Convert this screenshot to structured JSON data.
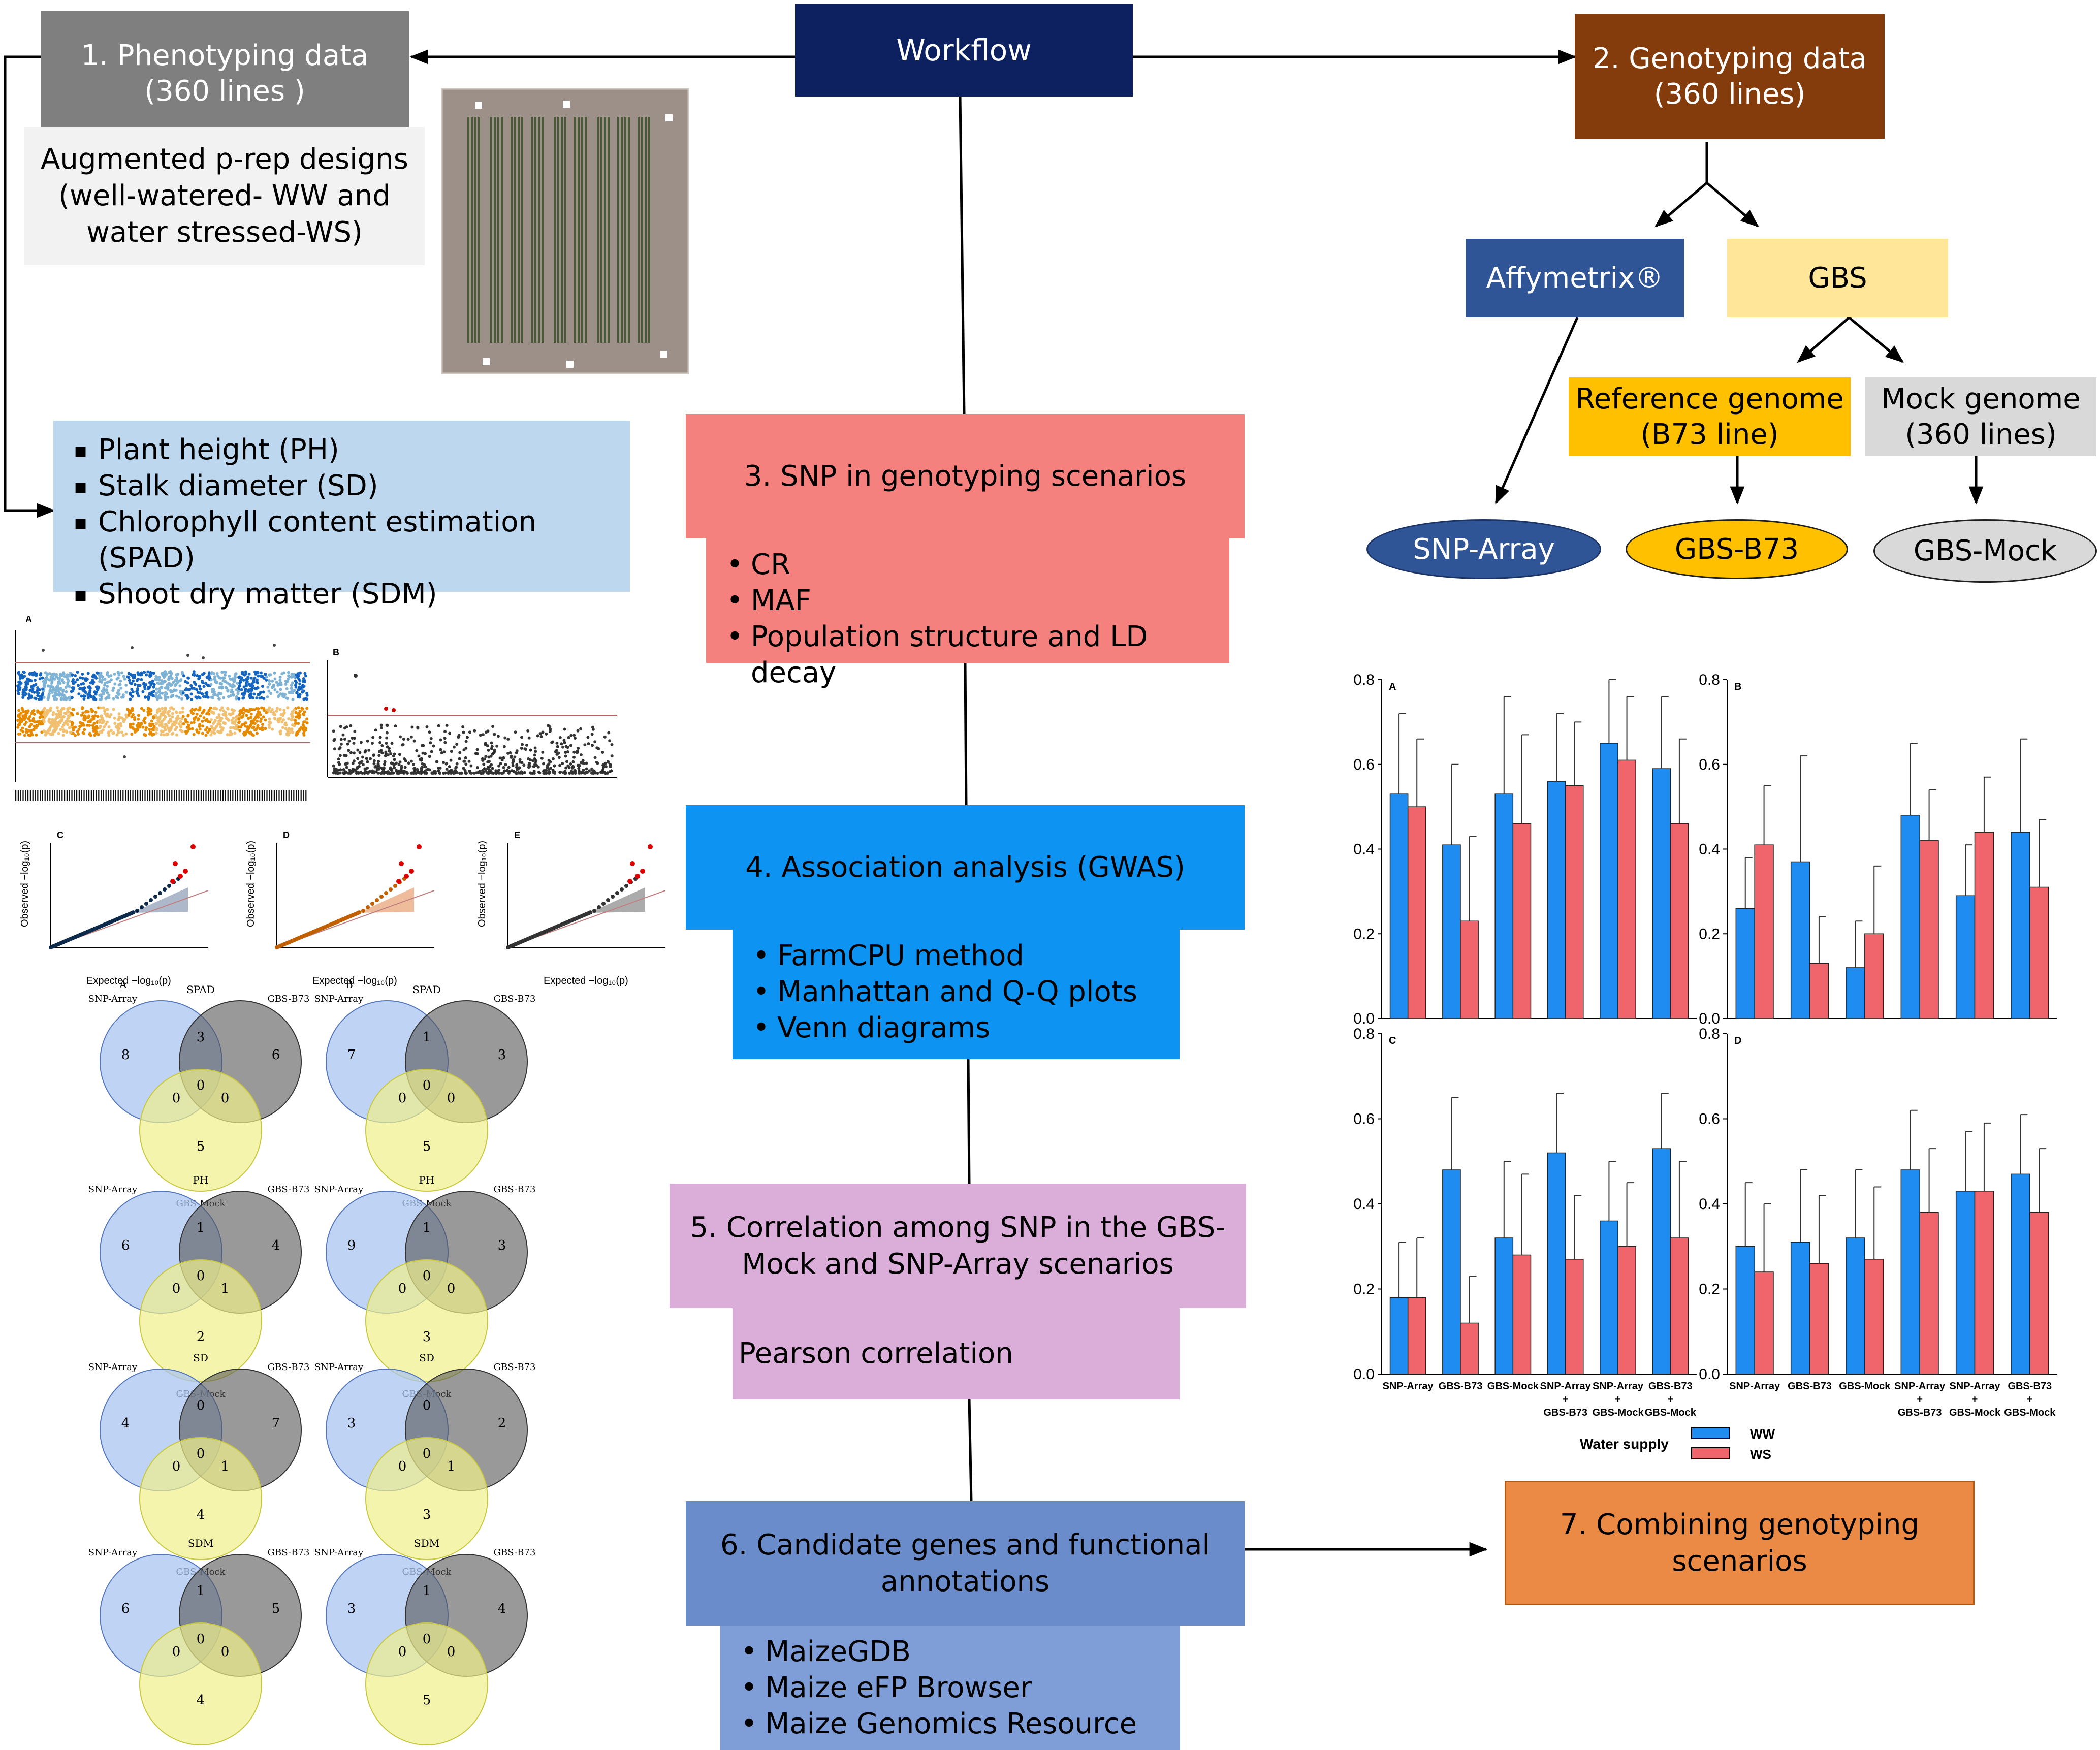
{
  "workflow": {
    "title": "Workflow",
    "step1": {
      "line1": "1. Phenotyping data",
      "line2": "(360 lines )"
    },
    "step1_design": {
      "line1": "Augmented p-rep designs",
      "line2": "(well-watered- WW and",
      "line3": "water stressed-WS)"
    },
    "traits": [
      "Plant height (PH)",
      "Stalk diameter (SD)",
      "Chlorophyll content estimation (SPAD)",
      "Shoot dry matter (SDM)"
    ],
    "step2": {
      "line1": "2. Genotyping data",
      "line2": "(360 lines)"
    },
    "affymetrix": "Affymetrix®",
    "gbs": "GBS",
    "reference": {
      "line1": "Reference genome",
      "line2": "(B73 line)"
    },
    "mock": {
      "line1": "Mock genome",
      "line2": "(360 lines)"
    },
    "scenarios": [
      "SNP-Array",
      "GBS-B73",
      "GBS-Mock"
    ],
    "step3": {
      "title": "3. SNP in genotyping scenarios",
      "items": [
        "CR",
        "MAF",
        "Population structure and LD decay"
      ]
    },
    "step4": {
      "title": "4. Association analysis (GWAS)",
      "items": [
        "FarmCPU method",
        "Manhattan and Q-Q plots",
        "Venn diagrams"
      ]
    },
    "step5": {
      "line1": "5. Correlation among SNP in the GBS-",
      "line2": "Mock and SNP-Array scenarios",
      "item": "Pearson correlation"
    },
    "step6": {
      "line1": "6. Candidate genes and functional",
      "line2": "annotations",
      "items": [
        "MaizeGDB",
        "Maize eFP Browser",
        "Maize Genomics Resource"
      ]
    },
    "step7": {
      "line1": "7. Combining genotyping",
      "line2": "scenarios"
    }
  },
  "colors": {
    "navy": "#0d2160",
    "gray": "#7f7f7f",
    "brown": "#843c0c",
    "blue_light": "#bdd7ee",
    "affy": "#2f5597",
    "gbs": "#ffe699",
    "ref": "#ffc000",
    "mock": "#d9d9d9",
    "salmon": "#f4817d",
    "cyan": "#0d93f2",
    "lavender": "#dbadd9",
    "cornflower": "#6b8ccb",
    "orange": "#eb8a44",
    "ww": "#1e8cf0",
    "ws": "#f0646c"
  },
  "gwas_panels": {
    "manhattan": [
      "A",
      "B"
    ],
    "qq": {
      "labels": [
        "C",
        "D",
        "E"
      ],
      "xlabel": "Expected −log₁₀(p)",
      "ylabel": "Observed −log₁₀(p)"
    }
  },
  "venn": {
    "set_labels": [
      "SNP-Array",
      "GBS-B73",
      "GBS-Mock"
    ],
    "panels": [
      {
        "col": "A",
        "trait": "SPAD",
        "a": 8,
        "ab": 3,
        "b": 6,
        "ac": 0,
        "abc": 0,
        "bc": 0,
        "c": 5
      },
      {
        "col": "B",
        "trait": "SPAD",
        "a": 7,
        "ab": 1,
        "b": 3,
        "ac": 0,
        "abc": 0,
        "bc": 0,
        "c": 5
      },
      {
        "col": "A",
        "trait": "PH",
        "a": 6,
        "ab": 1,
        "b": 4,
        "ac": 0,
        "abc": 0,
        "bc": 1,
        "c": 2
      },
      {
        "col": "B",
        "trait": "PH",
        "a": 9,
        "ab": 1,
        "b": 3,
        "ac": 0,
        "abc": 0,
        "bc": 0,
        "c": 3
      },
      {
        "col": "A",
        "trait": "SD",
        "a": 4,
        "ab": 0,
        "b": 7,
        "ac": 0,
        "abc": 0,
        "bc": 1,
        "c": 4
      },
      {
        "col": "B",
        "trait": "SD",
        "a": 3,
        "ab": 0,
        "b": 2,
        "ac": 0,
        "abc": 0,
        "bc": 1,
        "c": 3
      },
      {
        "col": "A",
        "trait": "SDM",
        "a": 6,
        "ab": 1,
        "b": 5,
        "ac": 0,
        "abc": 0,
        "bc": 0,
        "c": 4
      },
      {
        "col": "B",
        "trait": "SDM",
        "a": 3,
        "ab": 1,
        "b": 4,
        "ac": 0,
        "abc": 0,
        "bc": 0,
        "c": 5
      }
    ]
  },
  "chart_data": {
    "type": "bar",
    "categories": [
      "SNP-Array",
      "GBS-B73",
      "GBS-Mock",
      "SNP-Array + GBS-B73",
      "SNP-Array + GBS-Mock",
      "GBS-B73 + GBS-Mock"
    ],
    "ylim": [
      0,
      0.8
    ],
    "yticks": [
      "0.0",
      "0.2",
      "0.4",
      "0.6",
      "0.8"
    ],
    "legend_title": "Water supply",
    "series_names": [
      "WW",
      "WS"
    ],
    "panels": [
      {
        "label": "A",
        "ww": [
          0.53,
          0.41,
          0.53,
          0.56,
          0.65,
          0.59
        ],
        "ws": [
          0.5,
          0.23,
          0.46,
          0.55,
          0.61,
          0.46
        ],
        "ww_err": [
          0.19,
          0.19,
          0.23,
          0.16,
          0.15,
          0.17
        ],
        "ws_err": [
          0.16,
          0.2,
          0.21,
          0.15,
          0.15,
          0.2
        ]
      },
      {
        "label": "B",
        "ww": [
          0.26,
          0.37,
          0.12,
          0.48,
          0.29,
          0.44
        ],
        "ws": [
          0.41,
          0.13,
          0.2,
          0.42,
          0.44,
          0.31
        ],
        "ww_err": [
          0.12,
          0.25,
          0.11,
          0.17,
          0.12,
          0.22
        ],
        "ws_err": [
          0.14,
          0.11,
          0.16,
          0.12,
          0.13,
          0.16
        ]
      },
      {
        "label": "C",
        "ww": [
          0.18,
          0.48,
          0.32,
          0.52,
          0.36,
          0.53
        ],
        "ws": [
          0.18,
          0.12,
          0.28,
          0.27,
          0.3,
          0.32
        ],
        "ww_err": [
          0.13,
          0.17,
          0.18,
          0.14,
          0.14,
          0.13
        ],
        "ws_err": [
          0.14,
          0.11,
          0.19,
          0.15,
          0.15,
          0.18
        ]
      },
      {
        "label": "D",
        "ww": [
          0.3,
          0.31,
          0.32,
          0.48,
          0.43,
          0.47
        ],
        "ws": [
          0.24,
          0.26,
          0.27,
          0.38,
          0.43,
          0.38
        ],
        "ww_err": [
          0.15,
          0.17,
          0.16,
          0.14,
          0.14,
          0.14
        ],
        "ws_err": [
          0.16,
          0.16,
          0.17,
          0.15,
          0.16,
          0.15
        ]
      }
    ]
  }
}
